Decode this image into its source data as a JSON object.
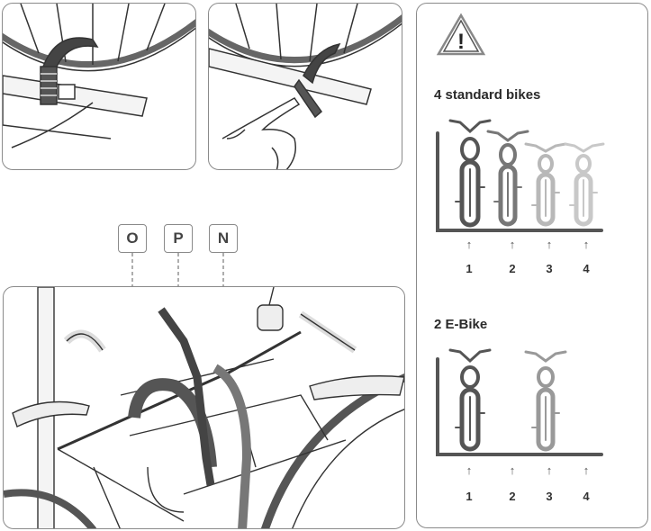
{
  "labels": {
    "o": "O",
    "p": "P",
    "n": "N"
  },
  "sections": {
    "standard": {
      "title": "4 standard bikes",
      "positions": [
        "1",
        "2",
        "3",
        "4"
      ]
    },
    "ebike": {
      "title": "2 E-Bike",
      "positions": [
        "1",
        "2",
        "3",
        "4"
      ]
    }
  },
  "icons": {
    "warning": "warning-triangle-icon"
  },
  "colors": {
    "line": "#333333",
    "bike_dark": "#555555",
    "bike_mid": "#777777",
    "bike_light": "#b8b8b8",
    "bike_lighter": "#c8c8c8"
  }
}
